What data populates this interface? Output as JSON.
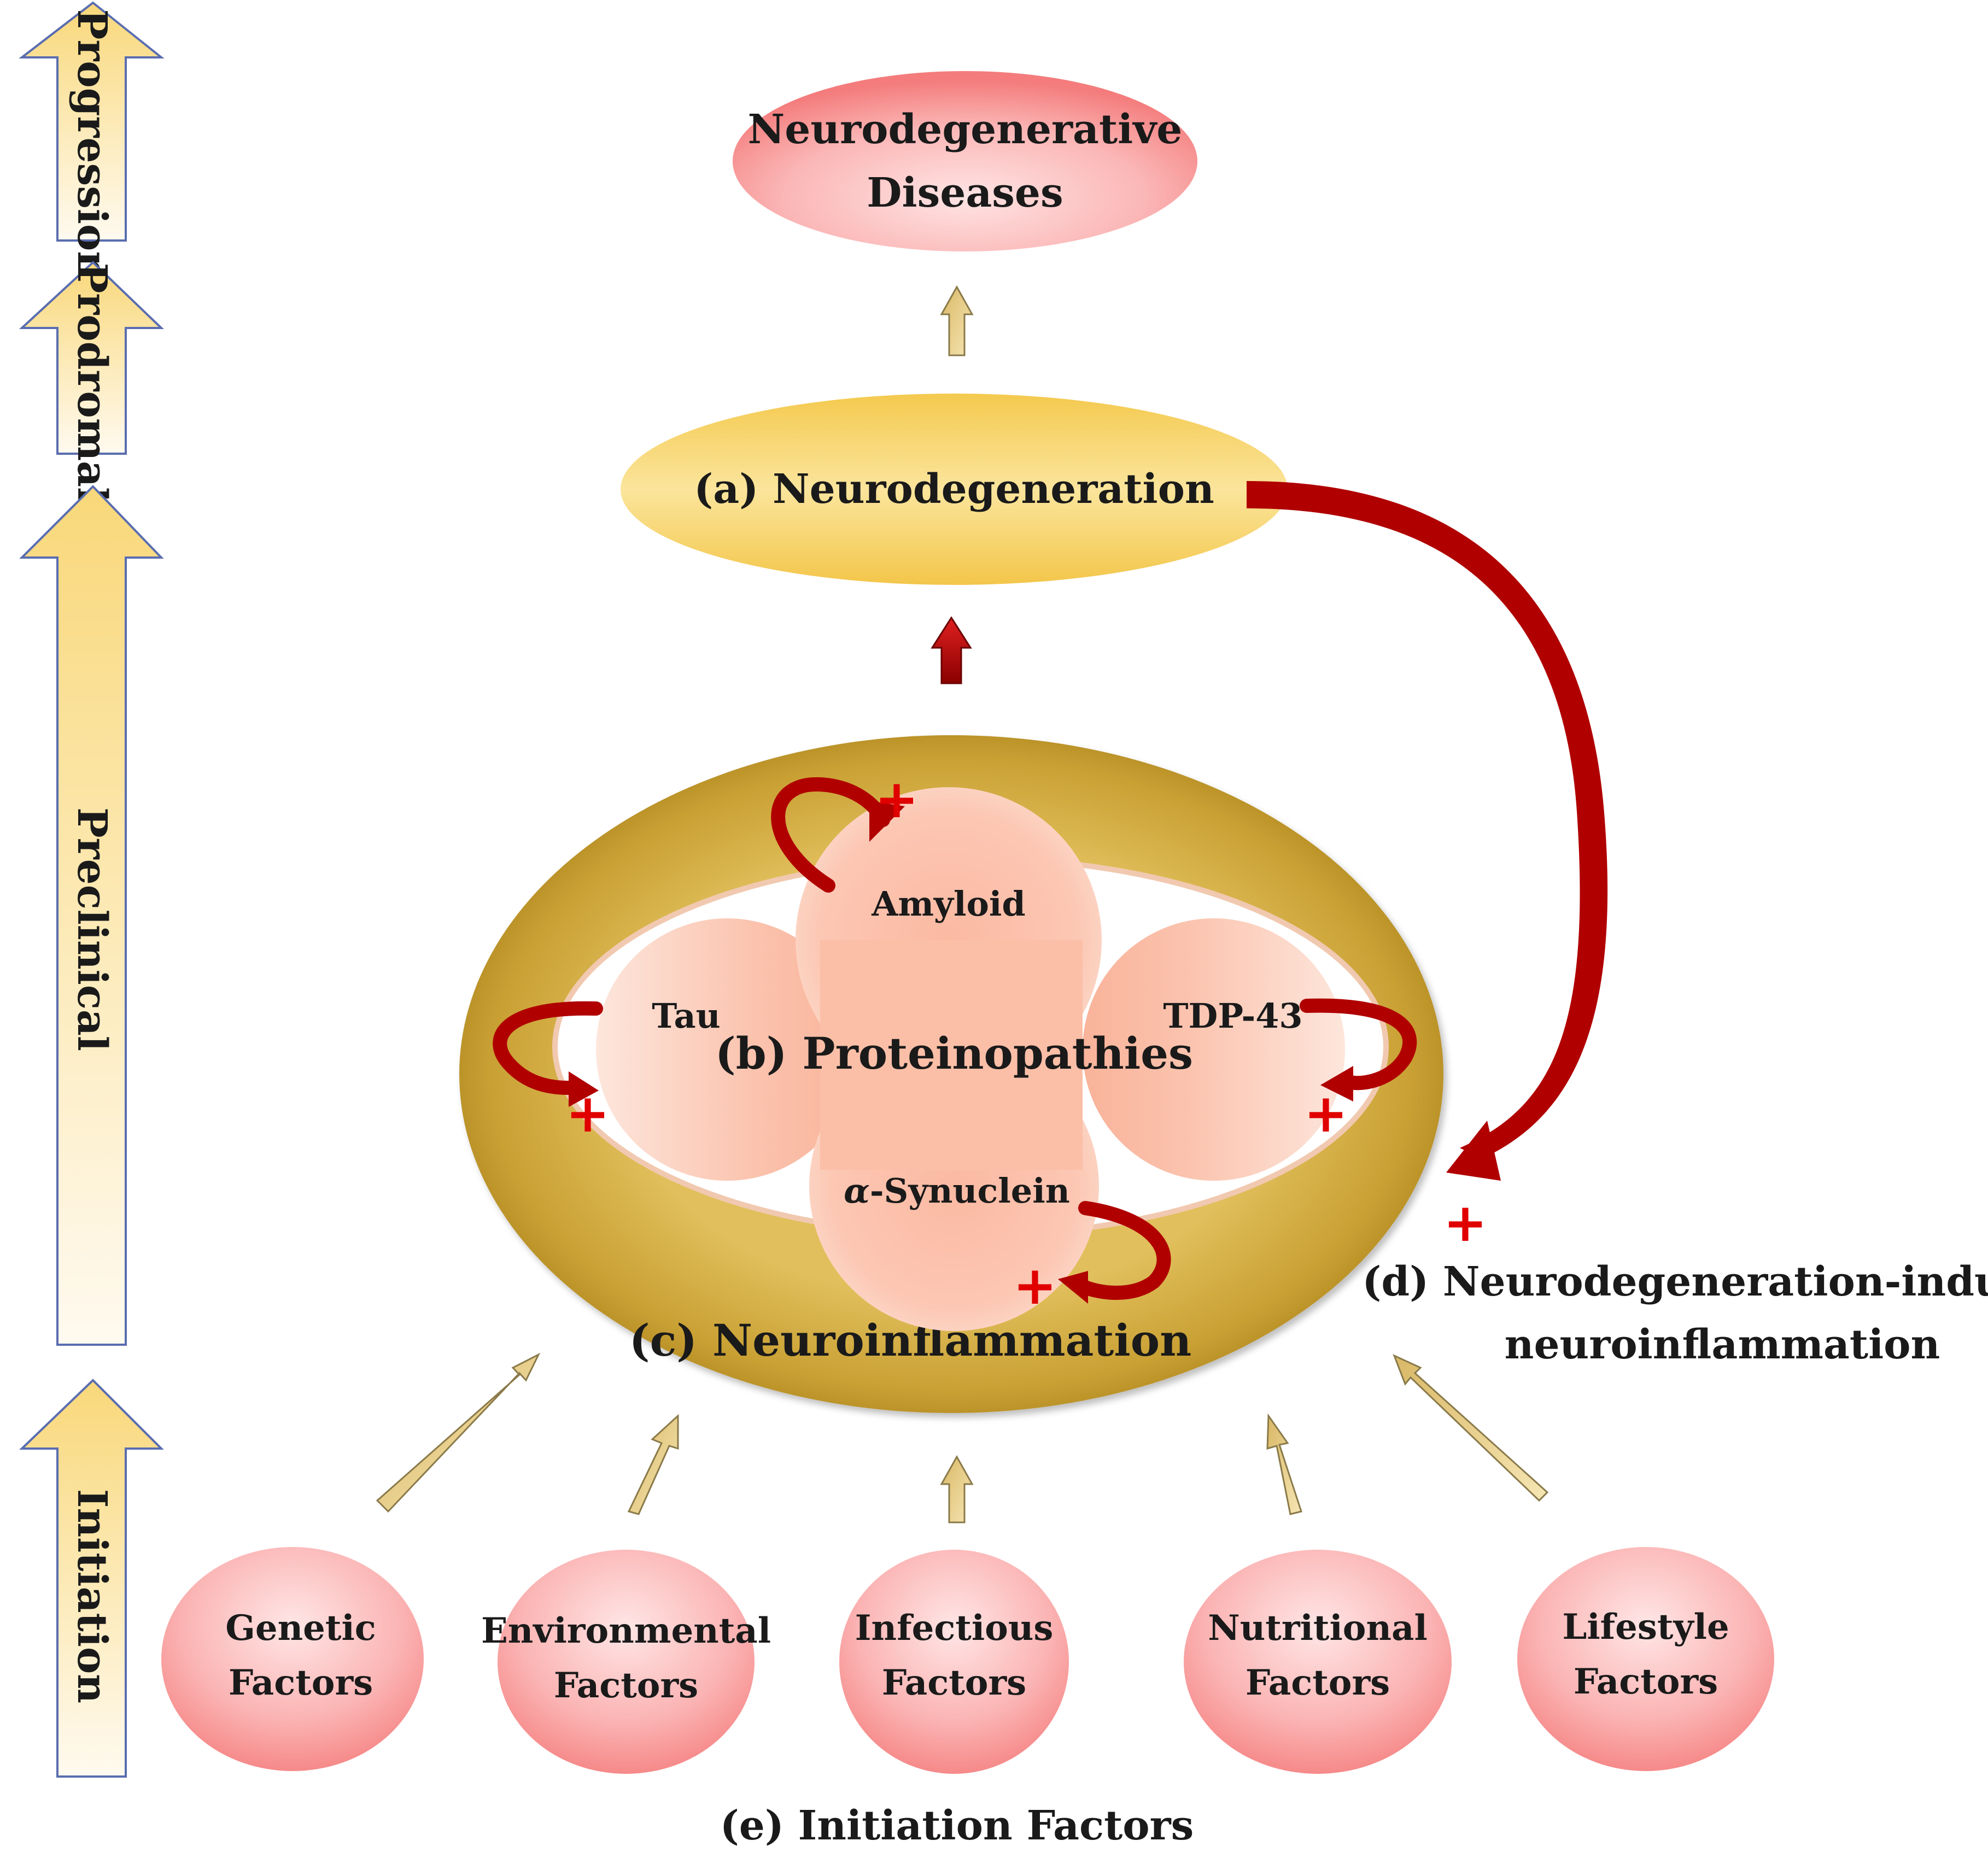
{
  "stages": [
    {
      "id": "progression",
      "label": "Progression"
    },
    {
      "id": "prodromal",
      "label": "Prodromal"
    },
    {
      "id": "preclinical",
      "label": "Preclinical"
    },
    {
      "id": "initiation",
      "label": "Initiation"
    }
  ],
  "top": {
    "line1": "Neurodegenerative",
    "line2": "Diseases"
  },
  "neurodegeneration": {
    "label": "(a) Neurodegeneration"
  },
  "proteinopathies": {
    "label": "(b) Proteinopathies",
    "proteins": {
      "amyloid": "Amyloid",
      "tau": "Tau",
      "tdp43": "TDP-43",
      "synuclein_greek": "α",
      "synuclein_rest": "-Synuclein"
    }
  },
  "neuroinflammation": {
    "label": "(c) Neuroinflammation"
  },
  "feedback": {
    "line1": "(d) Neurodegeneration-induced",
    "line2": "neuroinflammation"
  },
  "plus_sign": "+",
  "initiation_factors": {
    "title": "(e) Initiation Factors",
    "items": [
      {
        "line1": "Genetic",
        "line2": "Factors"
      },
      {
        "line1": "Environmental",
        "line2": "Factors"
      },
      {
        "line1": "Infectious",
        "line2": "Factors"
      },
      {
        "line1": "Nutritional",
        "line2": "Factors"
      },
      {
        "line1": "Lifestyle",
        "line2": "Factors"
      }
    ]
  },
  "colors": {
    "red_arrow": "#b00000",
    "plus": "#e00000",
    "gold_ring": "#c9a23a",
    "stage_arrow_border": "#5a6db0",
    "pink_ellipse": "#f58a8a"
  }
}
